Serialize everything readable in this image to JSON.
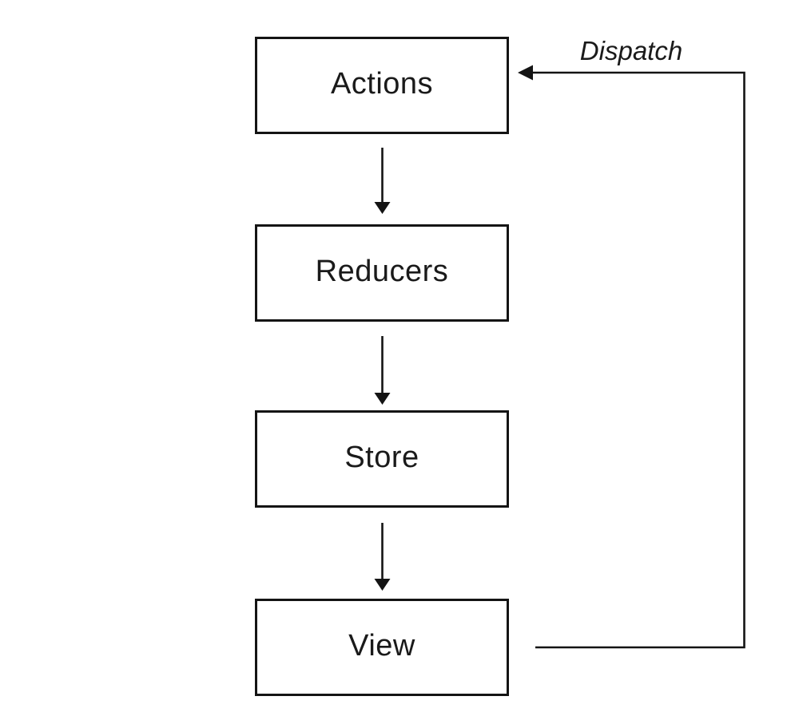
{
  "diagram": {
    "type": "flowchart",
    "nodes": [
      {
        "id": "actions",
        "label": "Actions"
      },
      {
        "id": "reducers",
        "label": "Reducers"
      },
      {
        "id": "store",
        "label": "Store"
      },
      {
        "id": "view",
        "label": "View"
      }
    ],
    "edges": [
      {
        "from": "actions",
        "to": "reducers",
        "label": ""
      },
      {
        "from": "reducers",
        "to": "store",
        "label": ""
      },
      {
        "from": "store",
        "to": "view",
        "label": ""
      },
      {
        "from": "view",
        "to": "actions",
        "label": "Dispatch"
      }
    ],
    "colors": {
      "background": "#ffffff",
      "line": "#141414",
      "node_fill": "#ffffff",
      "node_border": "#141414",
      "text": "#1a1a1a"
    }
  }
}
